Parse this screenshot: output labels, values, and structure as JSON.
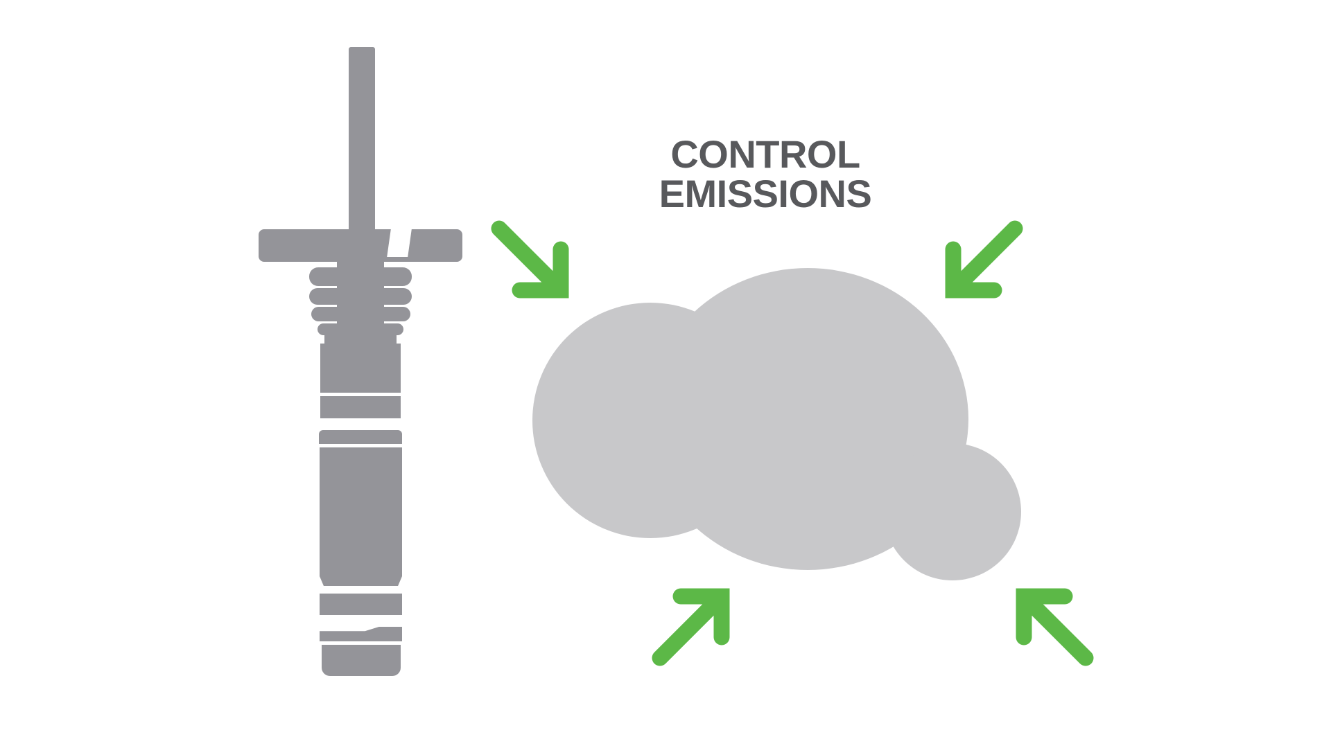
{
  "diagram": {
    "title": {
      "line1": "CONTROL",
      "line2": "EMISSIONS"
    },
    "elements": {
      "probe": "exhaust-gas-sensor-silhouette",
      "cloud": "emissions-cloud",
      "arrows": [
        {
          "position": "top-left",
          "direction": "down-right"
        },
        {
          "position": "top-right",
          "direction": "down-left"
        },
        {
          "position": "bottom-left",
          "direction": "up-right"
        },
        {
          "position": "bottom-right",
          "direction": "up-left"
        }
      ]
    }
  },
  "colors": {
    "device_gray": "#949499",
    "cloud_gray": "#c8c8ca",
    "text_gray": "#58595c",
    "arrow_green": "#5cb847",
    "background": "#ffffff"
  }
}
